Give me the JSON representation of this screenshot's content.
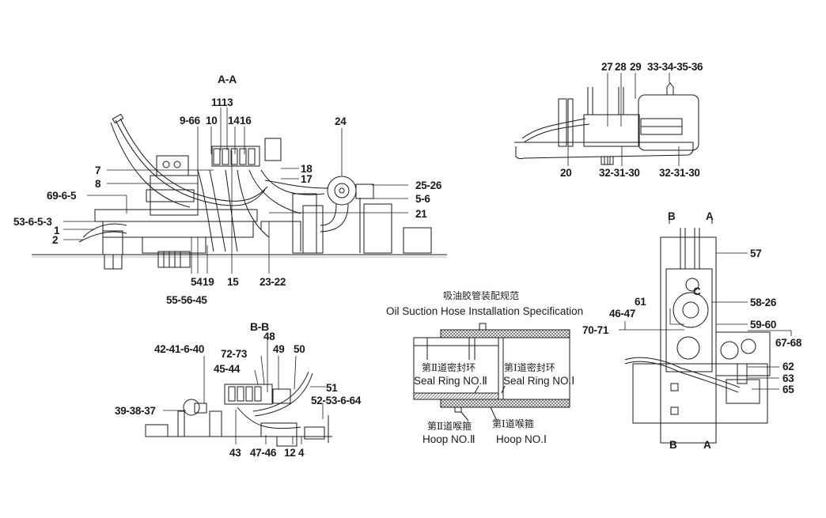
{
  "document": {
    "type": "hydraulic hose assembly drawing"
  },
  "view_aa": {
    "title": "A-A",
    "labels": {
      "l1113": "1113",
      "l9_66": "9-66",
      "l10": "10",
      "l14": "14",
      "l16": "16",
      "l7": "7",
      "l8": "8",
      "l69_6_5": "69-6-5",
      "l53_6_5_3": "53-6-5-3",
      "l1": "1",
      "l2": "2",
      "l18": "18",
      "l17": "17",
      "l24": "24",
      "l25_26": "25-26",
      "l5_6": "5-6",
      "l21": "21",
      "l54": "54",
      "l19": "19",
      "l15": "15",
      "l23_22": "23-22",
      "l55_56_45": "55-56-45"
    }
  },
  "view_side": {
    "labels": {
      "l27": "27",
      "l28": "28",
      "l29": "29",
      "l33_36": "33-34-35-36",
      "l20": "20",
      "l32_31_30a": "32-31-30",
      "l32_31_30b": "32-31-30"
    }
  },
  "view_top": {
    "section_marks": {
      "b_top": "B",
      "a_top": "A",
      "b_bottom": "B",
      "a_bottom": "A",
      "c": "C"
    },
    "labels": {
      "l57": "57",
      "l61": "61",
      "l46_47": "46-47",
      "l70_71": "70-71",
      "l58_26": "58-26",
      "l59_60": "59-60",
      "l67_68": "67-68",
      "l62": "62",
      "l63": "63",
      "l65": "65"
    }
  },
  "view_bb": {
    "title": "B-B",
    "labels": {
      "l48": "48",
      "l42_41_6_40": "42-41-6-40",
      "l72_73": "72-73",
      "l49": "49",
      "l50": "50",
      "l45_44": "45-44",
      "l51": "51",
      "l52_53_6_64": "52-53-6-64",
      "l39_38_37": "39-38-37",
      "l43": "43",
      "l47_46": "47-46",
      "l12": "12",
      "l4": "4"
    }
  },
  "spec": {
    "title_cn": "吸油胶管装配规范",
    "title_en": "Oil Suction Hose Installation Specification",
    "seal2_cn": "第Ⅱ道密封环",
    "seal2_en": "Seal Ring NO.Ⅱ",
    "seal1_cn": "第Ⅰ道密封环",
    "seal1_en": "Seal Ring NO.Ⅰ",
    "hoop2_cn": "第Ⅱ道喉箍",
    "hoop2_en": "Hoop NO.Ⅱ",
    "hoop1_cn": "第Ⅰ道喉箍",
    "hoop1_en": "Hoop NO.Ⅰ"
  },
  "colors": {
    "ink": "#1a1a1a",
    "background": "#ffffff",
    "hatch": "#555555"
  }
}
